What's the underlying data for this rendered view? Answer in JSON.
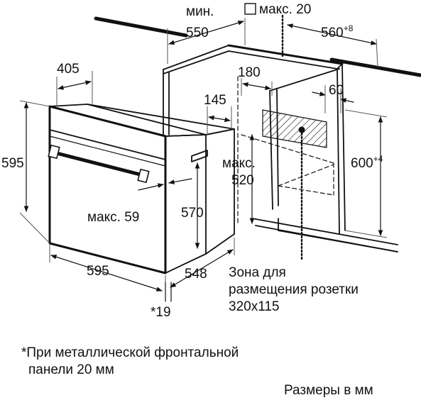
{
  "labels": {
    "min_label": "мин.",
    "min_value": "550",
    "max20": "макс. 20",
    "width_cavity": "560",
    "width_cavity_tol": "+8",
    "depth_405": "405",
    "dim_180": "180",
    "dim_145": "145",
    "dim_60": "60",
    "height_595": "595",
    "max_label": "макс.",
    "max_value": "520",
    "height_600": "600",
    "height_600_tol": "+4",
    "max59": "макс. 59",
    "height_570": "570",
    "width_595": "595",
    "depth_548": "548",
    "note_star19": "*19",
    "socket_line1": "Зона для",
    "socket_line2": "размещения розетки",
    "socket_line3": "320x115"
  },
  "footnote": {
    "line1": "*При металлической фронтальной",
    "line2": "панели 20 мм"
  },
  "units_note": "Размеры в мм",
  "colors": {
    "ink": "#111111",
    "background": "#ffffff"
  }
}
